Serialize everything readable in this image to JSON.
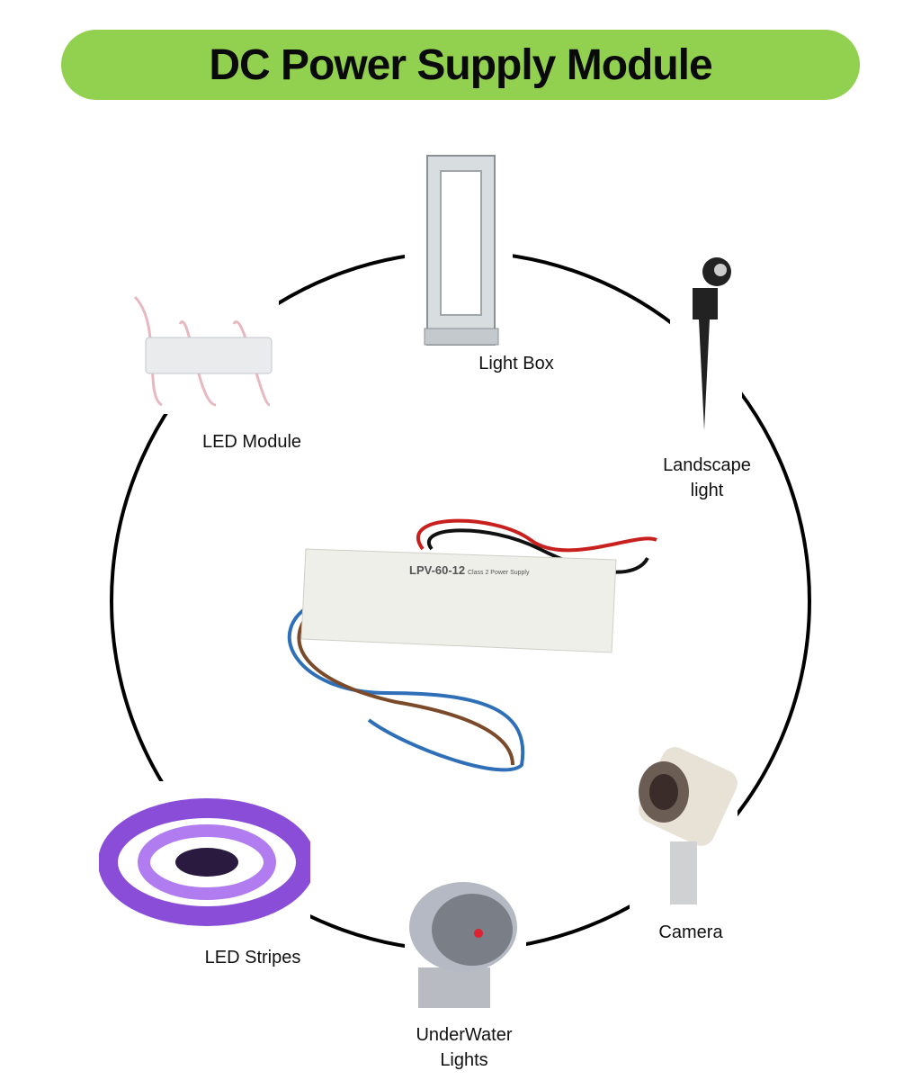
{
  "title": "DC Power Supply Module",
  "center": {
    "model": "LPV-60-12",
    "subtitle": "Class 2 Power Supply"
  },
  "items": [
    {
      "label": "Light Box"
    },
    {
      "label": "Landscape light"
    },
    {
      "label": "Camera"
    },
    {
      "label": "UnderWater Lights"
    },
    {
      "label": "LED Stripes"
    },
    {
      "label": "LED Module"
    }
  ],
  "colors": {
    "banner": "#92d050",
    "ring": "#000000"
  }
}
